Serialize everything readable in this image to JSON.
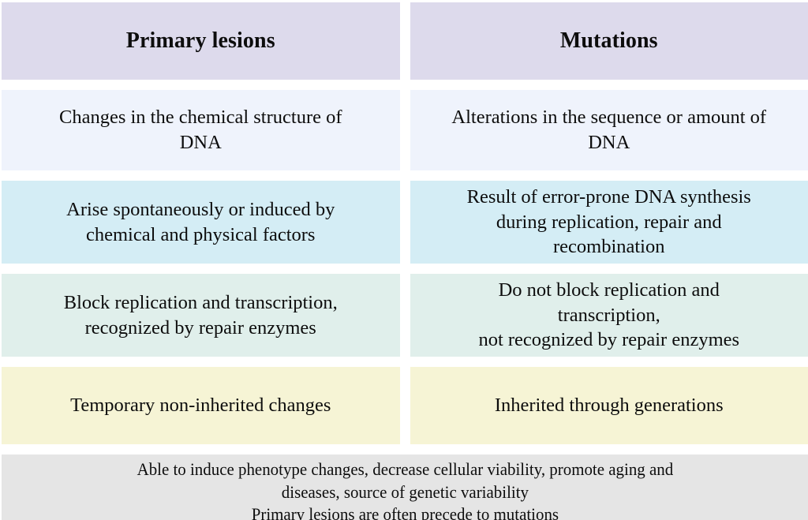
{
  "table": {
    "columns": [
      "Primary lesions",
      "Mutations"
    ],
    "header": {
      "left": "Primary lesions",
      "right": "Mutations"
    },
    "rows": [
      {
        "id": "definition",
        "color": "#eff3fc",
        "left": [
          "Changes in the chemical structure of",
          "DNA"
        ],
        "right": [
          "Alterations in the sequence or amount of",
          "DNA"
        ]
      },
      {
        "id": "origin",
        "color": "#d4edf5",
        "left": [
          "Arise spontaneously or induced by",
          "chemical and physical factors"
        ],
        "right": [
          "Result of error-prone DNA synthesis",
          "during replication, repair and",
          "recombination"
        ]
      },
      {
        "id": "replication-effect",
        "color": "#e0efeb",
        "left": [
          "Block replication and transcription,",
          "recognized by repair enzymes"
        ],
        "right": [
          "Do not block replication and",
          "transcription,",
          "not recognized by repair enzymes"
        ]
      },
      {
        "id": "heritability",
        "color": "#f6f4d5",
        "left": [
          "Temporary non-inherited changes"
        ],
        "right": [
          "Inherited through generations"
        ]
      }
    ],
    "footer": {
      "id": "shared-consequences",
      "color": "#e5e5e5",
      "lines": [
        "Able to induce phenotype changes, decrease cellular viability, promote aging and",
        "diseases, source of genetic variability",
        "Primary lesions are often precede to mutations"
      ]
    }
  },
  "colors": {
    "header_bg": "#dddaec",
    "row1_bg": "#eff3fc",
    "row2_bg": "#d4edf5",
    "row3_bg": "#e0efeb",
    "row4_bg": "#f6f4d5",
    "footer_bg": "#e5e5e5",
    "text": "#0d0d0d",
    "page_bg": "#ffffff"
  }
}
